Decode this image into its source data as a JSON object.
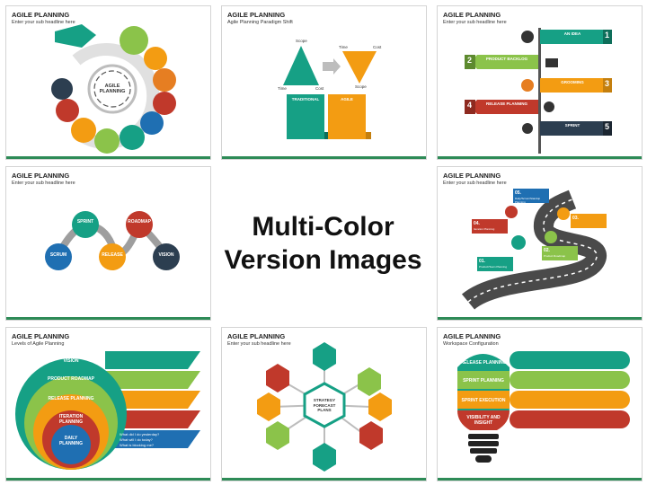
{
  "center": {
    "line1": "Multi-Color",
    "line2": "Version Images"
  },
  "slides": [
    {
      "title": "AGILE PLANNING",
      "subtitle": "Enter your sub headline here",
      "hub": "AGILE PLANNING"
    },
    {
      "title": "AGILE PLANNING",
      "subtitle": "Agile Planning Paradigm Shift",
      "labels": {
        "scope": "Scope",
        "time": "Time",
        "cost": "Cost"
      },
      "boxes": [
        {
          "heading": "TRADITIONAL"
        },
        {
          "heading": "AGILE"
        }
      ]
    },
    {
      "title": "AGILE PLANNING",
      "subtitle": "Enter your sub headline here",
      "steps": [
        {
          "num": "1",
          "label": "AN IDEA"
        },
        {
          "num": "2",
          "label": "PRODUCT BACKLOG"
        },
        {
          "num": "3",
          "label": "GROOMING"
        },
        {
          "num": "4",
          "label": "RELEASE PLANNING"
        },
        {
          "num": "5",
          "label": "SPRINT"
        }
      ]
    },
    {
      "title": "AGILE PLANNING",
      "subtitle": "Enter your sub headline here",
      "nodes": [
        {
          "label": "SPRINT"
        },
        {
          "label": "ROADMAP"
        },
        {
          "label": "SCRUM"
        },
        {
          "label": "RELEASE"
        },
        {
          "label": "VISION"
        }
      ]
    },
    {
      "title": "AGILE PLANNING",
      "subtitle": "Enter your sub headline here",
      "milestones": [
        {
          "num": "01.",
          "label": "Product/Team Planning"
        },
        {
          "num": "02.",
          "label": "Product Roadmap"
        },
        {
          "num": "03.",
          "label": ""
        },
        {
          "num": "04.",
          "label": "Iteration Planning"
        },
        {
          "num": "05.",
          "label": "Daily/Scrum/Standup Planning"
        }
      ]
    },
    {
      "title": "AGILE PLANNING",
      "subtitle": "Levels of Agile Planning",
      "levels": [
        {
          "label": "PRODUCT VISION"
        },
        {
          "label": "PRODUCT ROADMAP"
        },
        {
          "label": "RELEASE PLANNING"
        },
        {
          "label": "ITERATION PLANNING"
        },
        {
          "label": "DAILY PLANNING"
        }
      ],
      "daily_questions": [
        "What did I do yesterday?",
        "What will I do today?",
        "What is blocking me?"
      ]
    },
    {
      "title": "AGILE PLANNING",
      "subtitle": "Enter your sub headline here",
      "center_label": "STRATEGY FORECAST PLANS"
    },
    {
      "title": "AGILE PLANNING",
      "subtitle": "Workspace Configuration",
      "rows": [
        {
          "label": "RELEASE PLANNING"
        },
        {
          "label": "SPRINT PLANNING"
        },
        {
          "label": "SPRINT EXECUTION"
        },
        {
          "label": "VISIBILITY AND INSIGHT"
        }
      ]
    }
  ],
  "colors": {
    "green": "#2e8b57",
    "orange": "#f39c12",
    "red": "#c0392b",
    "blue": "#1f6fb2",
    "teal": "#16a085",
    "navy": "#2c3e50",
    "lime": "#8bc34a"
  }
}
